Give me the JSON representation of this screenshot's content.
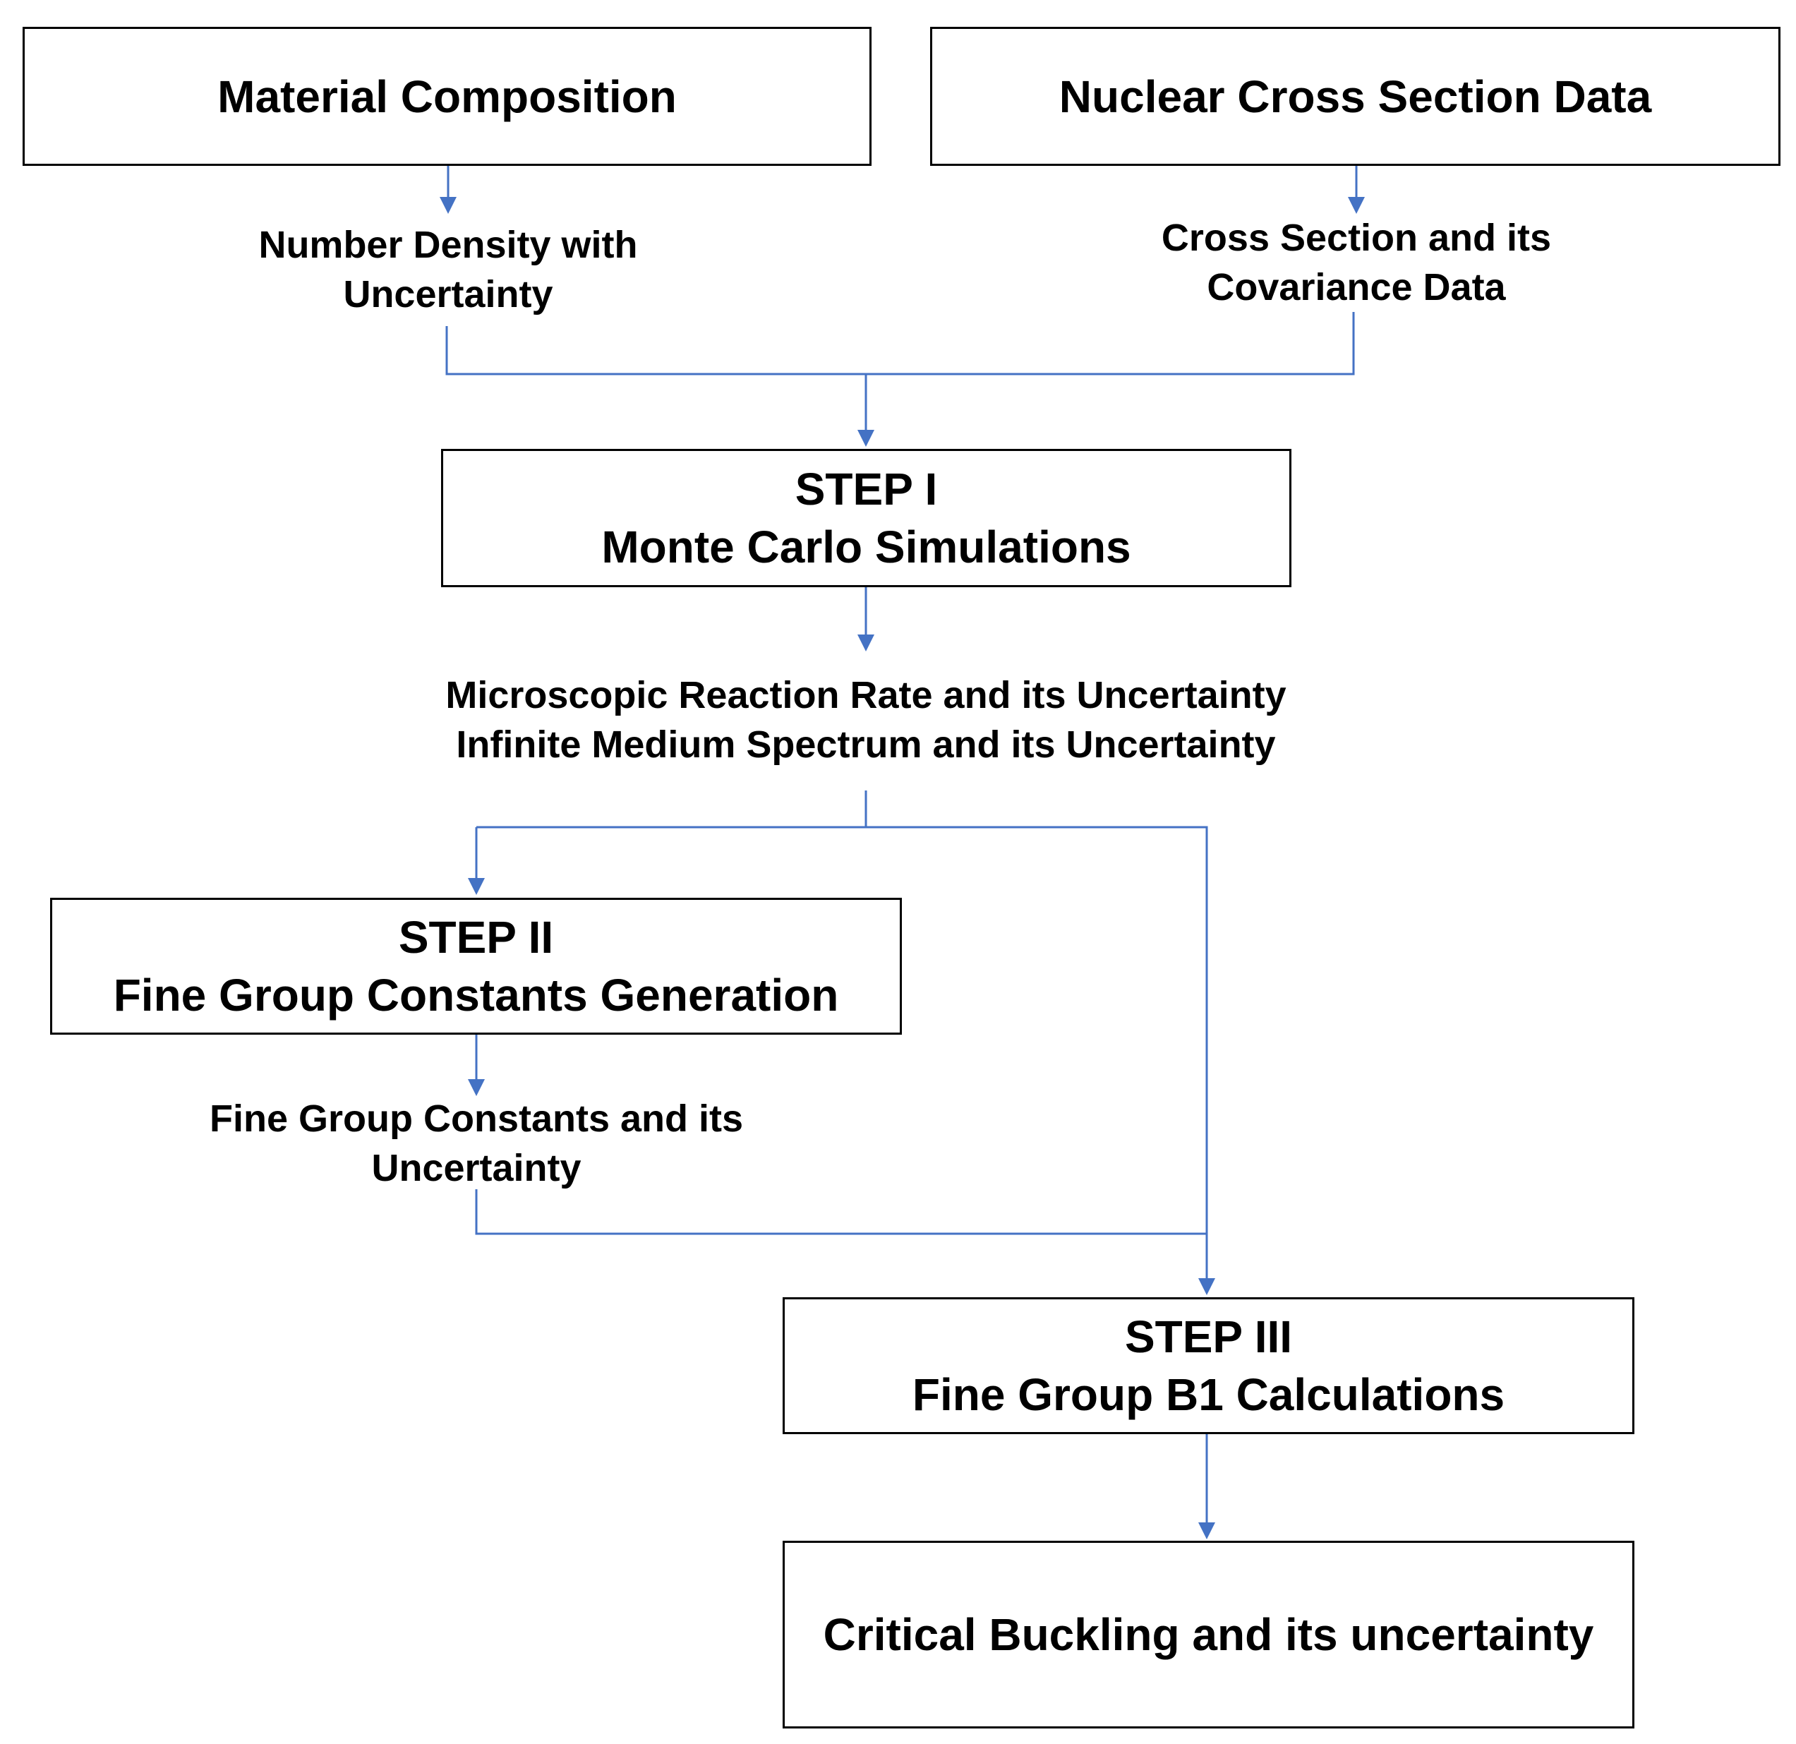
{
  "boxes": {
    "material_composition": {
      "line1": "Material Composition"
    },
    "nuclear_cross_section": {
      "line1": "Nuclear Cross Section Data"
    },
    "step1": {
      "line1": "STEP I",
      "line2": "Monte Carlo Simulations"
    },
    "step2": {
      "line1": "STEP II",
      "line2": "Fine Group Constants Generation"
    },
    "step3": {
      "line1": "STEP III",
      "line2": "Fine Group B1 Calculations"
    },
    "critical_buckling": {
      "line1": "Critical Buckling and its uncertainty"
    }
  },
  "labels": {
    "number_density": {
      "line1": "Number Density with",
      "line2": "Uncertainty"
    },
    "cross_section_cov": {
      "line1": "Cross Section and its",
      "line2": "Covariance Data"
    },
    "step1_outputs": {
      "line1": "Microscopic Reaction Rate and its Uncertainty",
      "line2": "Infinite Medium Spectrum and its Uncertainty"
    },
    "fine_group_constants": {
      "line1": "Fine Group Constants and its",
      "line2": "Uncertainty"
    }
  },
  "colors": {
    "connector": "#4472c4",
    "box_border": "#000000"
  }
}
